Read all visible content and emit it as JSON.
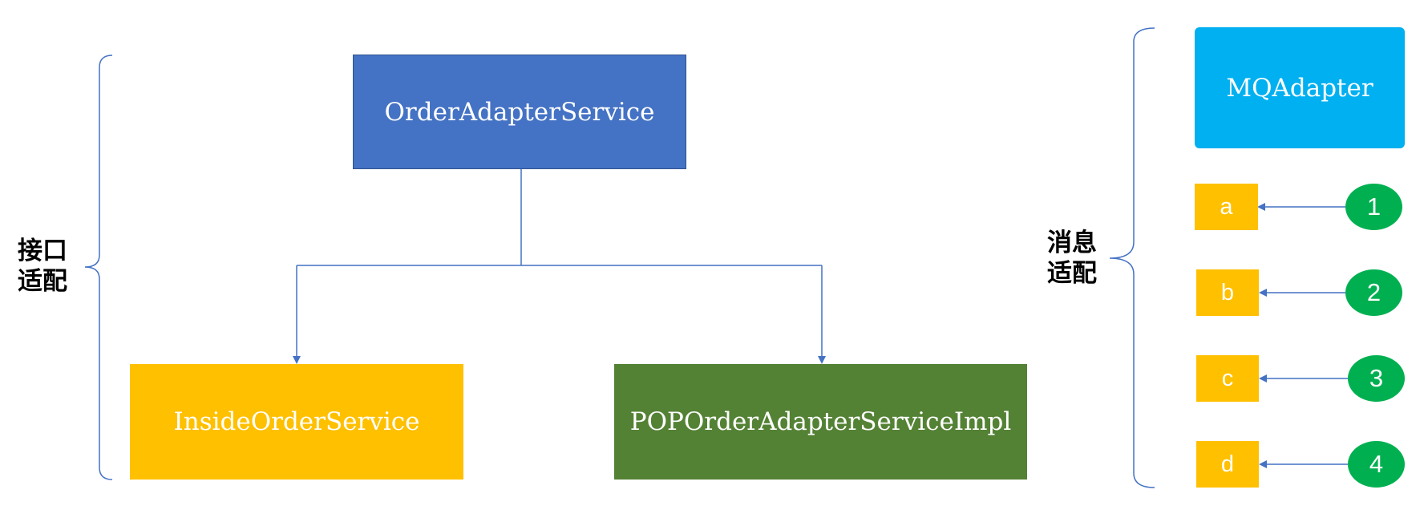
{
  "left_group": {
    "label_line1": "接口",
    "label_line2": "适配",
    "parent": {
      "text": "OrderAdapterService",
      "color": "#4472c4"
    },
    "children": [
      {
        "text": "InsideOrderService",
        "color": "#ffc000"
      },
      {
        "text": "POPOrderAdapterServiceImpl",
        "color": "#548235"
      }
    ]
  },
  "right_group": {
    "label_line1": "消息",
    "label_line2": "适配",
    "adapter": {
      "text": "MQAdapter",
      "color": "#00b0f0"
    },
    "rows": [
      {
        "box": "a",
        "circle": "1"
      },
      {
        "box": "b",
        "circle": "2"
      },
      {
        "box": "c",
        "circle": "3"
      },
      {
        "box": "d",
        "circle": "4"
      }
    ],
    "box_color": "#ffc000",
    "circle_color": "#00b050"
  },
  "line_color": "#4472c4"
}
